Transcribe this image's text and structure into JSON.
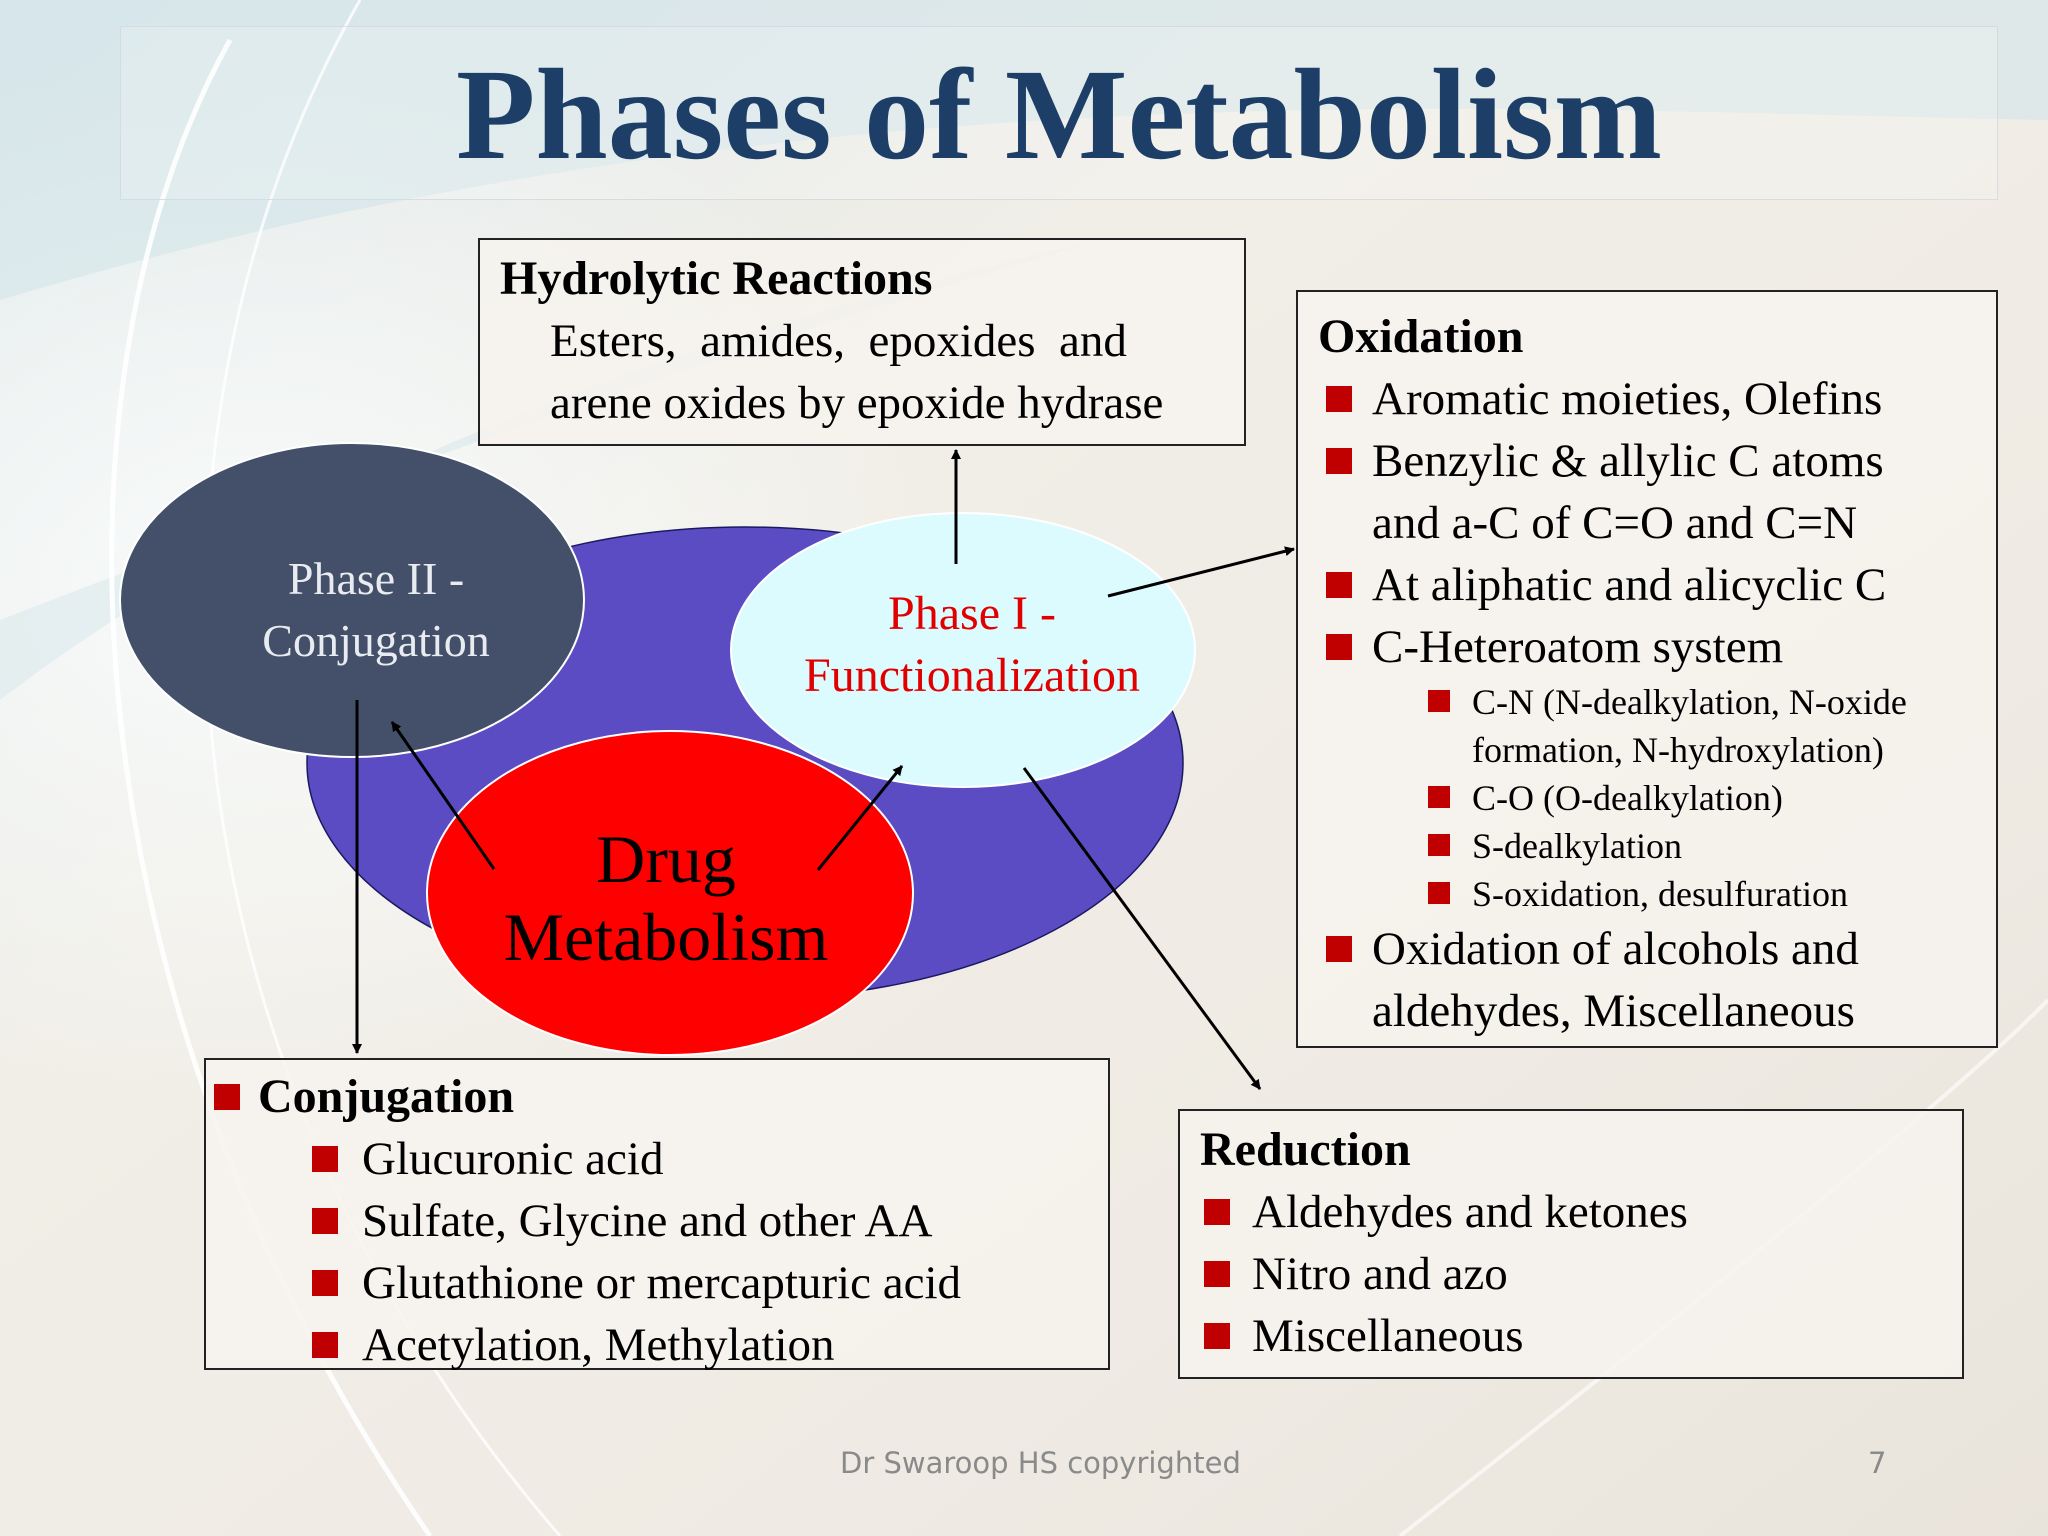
{
  "slide": {
    "title": "Phases of Metabolism",
    "footer": "Dr Swaroop HS copyrighted",
    "page_number": "7"
  },
  "colors": {
    "title": "#1d3f67",
    "phase2_fill": "#44506a",
    "outer_ellipse_fill": "#5b4cc4",
    "drug_fill": "#ff0000",
    "phase1_fill": "#dcfbff",
    "phase1_text": "#e00000",
    "bullet": "#c00000"
  },
  "ellipses": {
    "phase2": {
      "line1": "Phase II -",
      "line2": "Conjugation"
    },
    "phase1": {
      "line1": "Phase I -",
      "line2": "Functionalization"
    },
    "drug": {
      "line1": "Drug",
      "line2": "Metabolism"
    }
  },
  "hydrolytic": {
    "heading": "Hydrolytic Reactions",
    "line1": "Esters,  amides,  epoxides  and",
    "line2": "arene oxides by epoxide hydrase"
  },
  "oxidation": {
    "heading": "Oxidation",
    "items": [
      {
        "level": 1,
        "text": "Aromatic moieties, Olefins",
        "bullet": true
      },
      {
        "level": 1,
        "text": "Benzylic & allylic C atoms",
        "bullet": true
      },
      {
        "level": 1,
        "text": "and a-C of C=O and C=N",
        "bullet": false
      },
      {
        "level": 1,
        "text": "At aliphatic and alicyclic C",
        "bullet": true
      },
      {
        "level": 1,
        "text": "C-Heteroatom system",
        "bullet": true
      },
      {
        "level": 2,
        "text": "C-N (N-dealkylation, N-oxide",
        "bullet": true
      },
      {
        "level": 2,
        "text": "formation, N-hydroxylation)",
        "bullet": false
      },
      {
        "level": 2,
        "text": "C-O (O-dealkylation)",
        "bullet": true
      },
      {
        "level": 2,
        "text": "S-dealkylation",
        "bullet": true
      },
      {
        "level": 2,
        "text": "S-oxidation, desulfuration",
        "bullet": true
      },
      {
        "level": 1,
        "text": "Oxidation of alcohols and",
        "bullet": true
      },
      {
        "level": 1,
        "text": "aldehydes, Miscellaneous",
        "bullet": false
      }
    ]
  },
  "conjugation": {
    "heading": "Conjugation",
    "items": [
      "Glucuronic acid",
      "Sulfate, Glycine and other AA",
      "Glutathione or mercapturic acid",
      "Acetylation, Methylation"
    ]
  },
  "reduction": {
    "heading": "Reduction",
    "items": [
      "Aldehydes and ketones",
      "Nitro and azo",
      "Miscellaneous"
    ]
  }
}
